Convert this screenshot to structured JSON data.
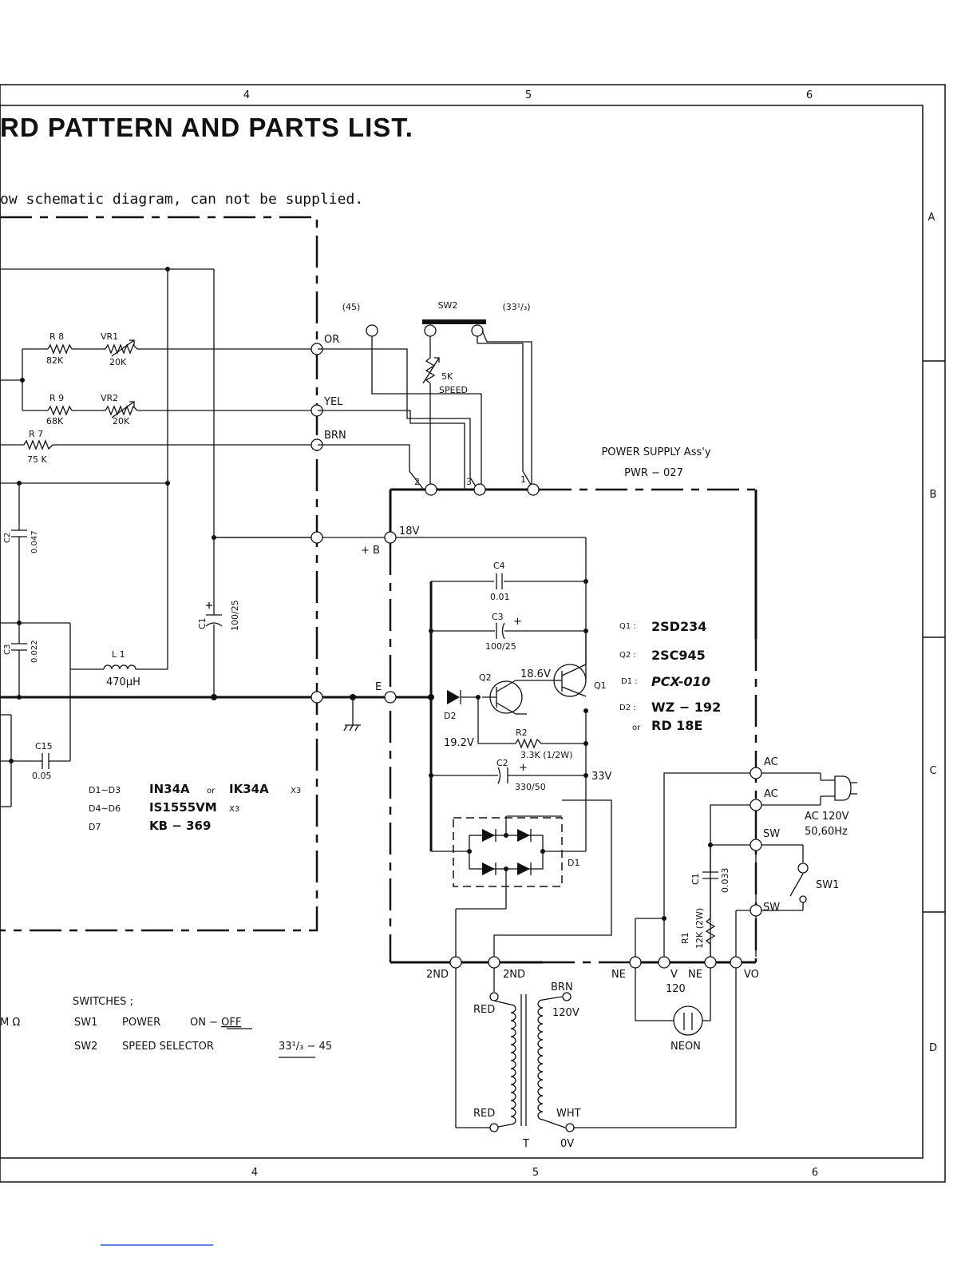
{
  "page": {
    "title": "RD PATTERN AND PARTS LIST.",
    "note": "ow schematic diagram, can not be supplied."
  },
  "grid": {
    "top_cols": [
      "4",
      "5",
      "6"
    ],
    "bottom_cols": [
      "4",
      "5",
      "6"
    ],
    "rows": [
      "A",
      "B",
      "C",
      "D"
    ]
  },
  "power_supply": {
    "title": "POWER  SUPPLY  Ass'y",
    "model": "PWR − 027"
  },
  "switch_sw2": {
    "label": "SW2",
    "pos_45": "(45)",
    "pos_33": "(33¹/₃)",
    "speed_value": "5K",
    "speed_label": "SPEED"
  },
  "wires": {
    "or": "OR",
    "yel": "YEL",
    "brn": "BRN",
    "plus_b": "+ B",
    "e": "E",
    "t2": "2",
    "t3": "3",
    "t1": "1"
  },
  "left_components": {
    "r8": "R 8",
    "r8_val": "82K",
    "vr1": "VR1",
    "vr1_val": "20K",
    "r9": "R 9",
    "r9_val": "68K",
    "vr2": "VR2",
    "vr2_val": "20K",
    "r7": "R 7",
    "r7_val": "75 K",
    "c2": "C2",
    "c2_val": "0.047",
    "c3": "C3",
    "c3_val": "0.022",
    "c1": "C1",
    "c1_val": "100/25",
    "l1": "L 1",
    "l1_val": "470μH",
    "c15": "C15",
    "c15_val": "0.05"
  },
  "diodes_list": [
    {
      "ref": "D1∼D3",
      "part": "IN34A",
      "alt_word": "or",
      "alt": "IK34A",
      "qty": "X3"
    },
    {
      "ref": "D4∼D6",
      "part": "IS1555VM",
      "qty": "X3"
    },
    {
      "ref": "D7",
      "part": "KB − 369"
    }
  ],
  "supply_components": {
    "v18": "18V",
    "c4": "C4",
    "c4_val": "0.01",
    "c3": "C3",
    "c3_val": "100/25",
    "q2": "Q2",
    "q1": "Q1",
    "v186": "18.6V",
    "d2": "D2",
    "v192": "19.2V",
    "r2": "R2",
    "r2_val": "3.3K (1/2W)",
    "c2": "C2",
    "c2_val": "330/50",
    "v33": "33V",
    "d1": "D1"
  },
  "semis": [
    {
      "ref": "Q1 :",
      "part": "2SD234"
    },
    {
      "ref": "Q2 :",
      "part": "2SC945"
    },
    {
      "ref": "D1 :",
      "part": "PCX-010"
    },
    {
      "ref": "D2 :",
      "part": "WZ − 192"
    },
    {
      "ref": "or",
      "part": "RD 18E"
    }
  ],
  "ac_side": {
    "ac1": "AC",
    "ac2": "AC",
    "ac_rating": "AC 120V",
    "ac_freq": "50,60Hz",
    "sw_a": "SW",
    "sw_b": "SW",
    "sw1": "SW1",
    "c1": "C1",
    "c1_val": "0.033",
    "r1": "R1",
    "r1_val": "12K (2W)",
    "ne1": "NE",
    "v": "V",
    "ne2": "NE",
    "vo": "VO",
    "v120": "120",
    "neon": "NEON"
  },
  "transformer": {
    "t2nd_a": "2ND",
    "t2nd_b": "2ND",
    "red_top": "RED",
    "red_bot": "RED",
    "brn": "BRN",
    "brn_v": "120V",
    "wht": "WHT",
    "wht_v": "0V",
    "t": "T"
  },
  "switches": {
    "heading": "SWITCHES ;",
    "rows": [
      {
        "ref": "SW1",
        "name": "POWER",
        "pos_pre": "ON − ",
        "pos_u": "OFF",
        "pos_post": ""
      },
      {
        "ref": "SW2",
        "name": "SPEED  SELECTOR",
        "pos_pre": "",
        "pos_u": "33¹/₃",
        "pos_post": " − 45"
      }
    ]
  },
  "fragment_left": "M Ω"
}
